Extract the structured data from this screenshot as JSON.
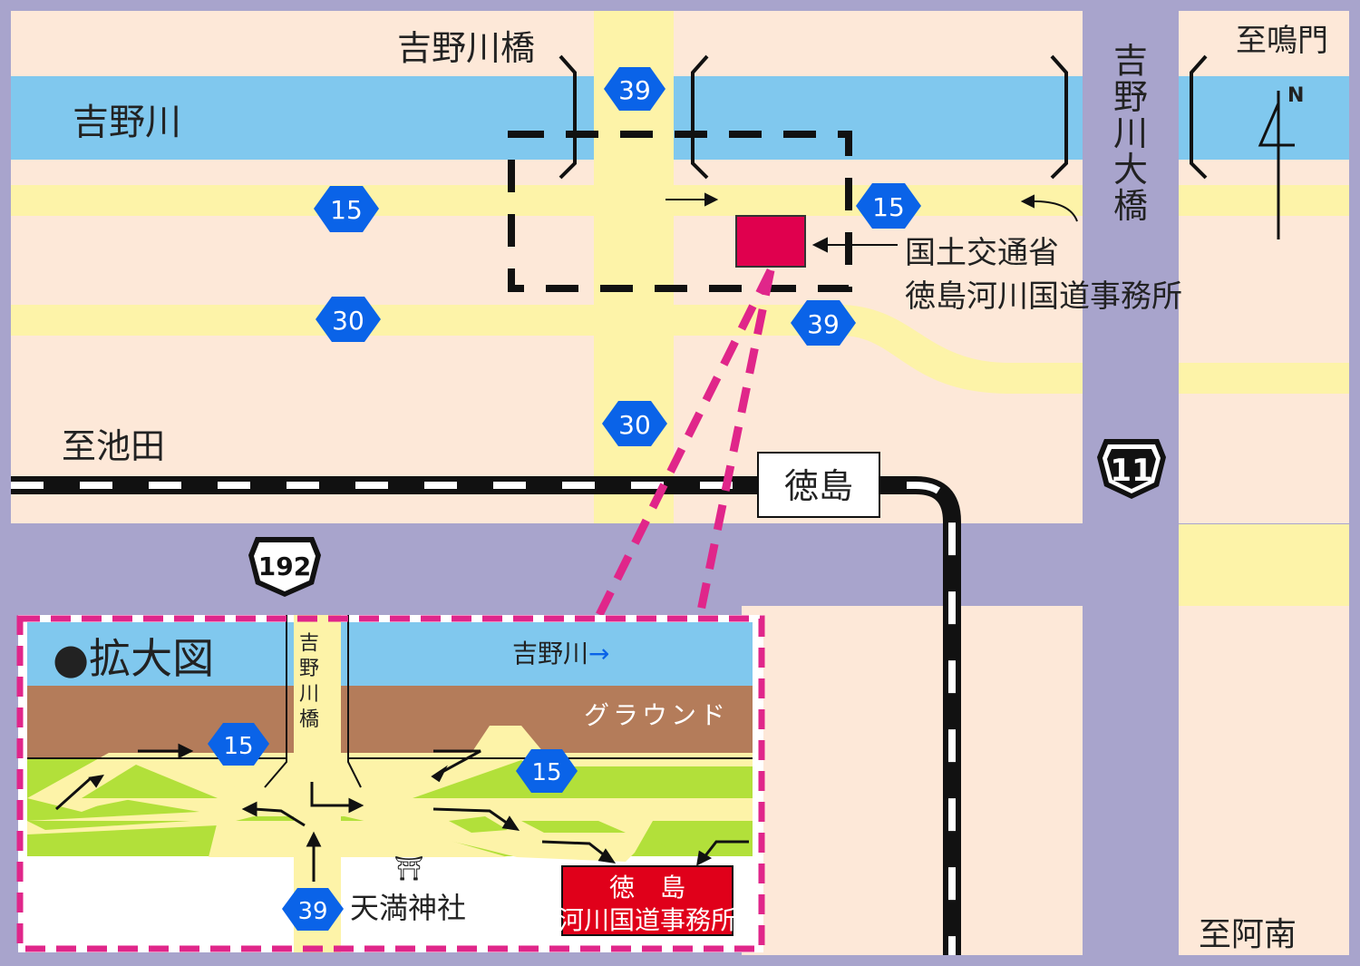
{
  "colors": {
    "background": "#a8a4cc",
    "land": "#fde8d8",
    "river": "#80c8ee",
    "road": "#fdf3a8",
    "route_badge": "#0a63e8",
    "office": "#e0004e",
    "highlight": "#e0268a",
    "ground": "#b47c5a",
    "grass": "#b2e03a"
  },
  "labels": {
    "bridge_top": "吉野川橋",
    "river_left": "吉野川",
    "to_naruto": "至鳴門",
    "bridge_vertical": "吉野川大橋",
    "to_ikeda": "至池田",
    "station": "徳島",
    "office_line1": "国土交通省",
    "office_line2": "徳島河川国道事務所",
    "to_anan": "至阿南",
    "north": "N"
  },
  "route_badges": {
    "r39_top": "39",
    "r15_left": "15",
    "r15_right": "15",
    "r30_left": "30",
    "r39_right": "39",
    "r30_mid": "30",
    "national_11": "11",
    "national_192": "192"
  },
  "inset": {
    "title": "●拡大図",
    "river": "吉野川",
    "river_arrow": "→",
    "ground": "グラウンド",
    "bridge": [
      "吉",
      "野",
      "川",
      "橋"
    ],
    "r15_a": "15",
    "r15_b": "15",
    "r39": "39",
    "shrine": "天満神社",
    "shrine_symbol": "⛩",
    "office_line1": "徳　島",
    "office_line2": "河川国道事務所"
  }
}
